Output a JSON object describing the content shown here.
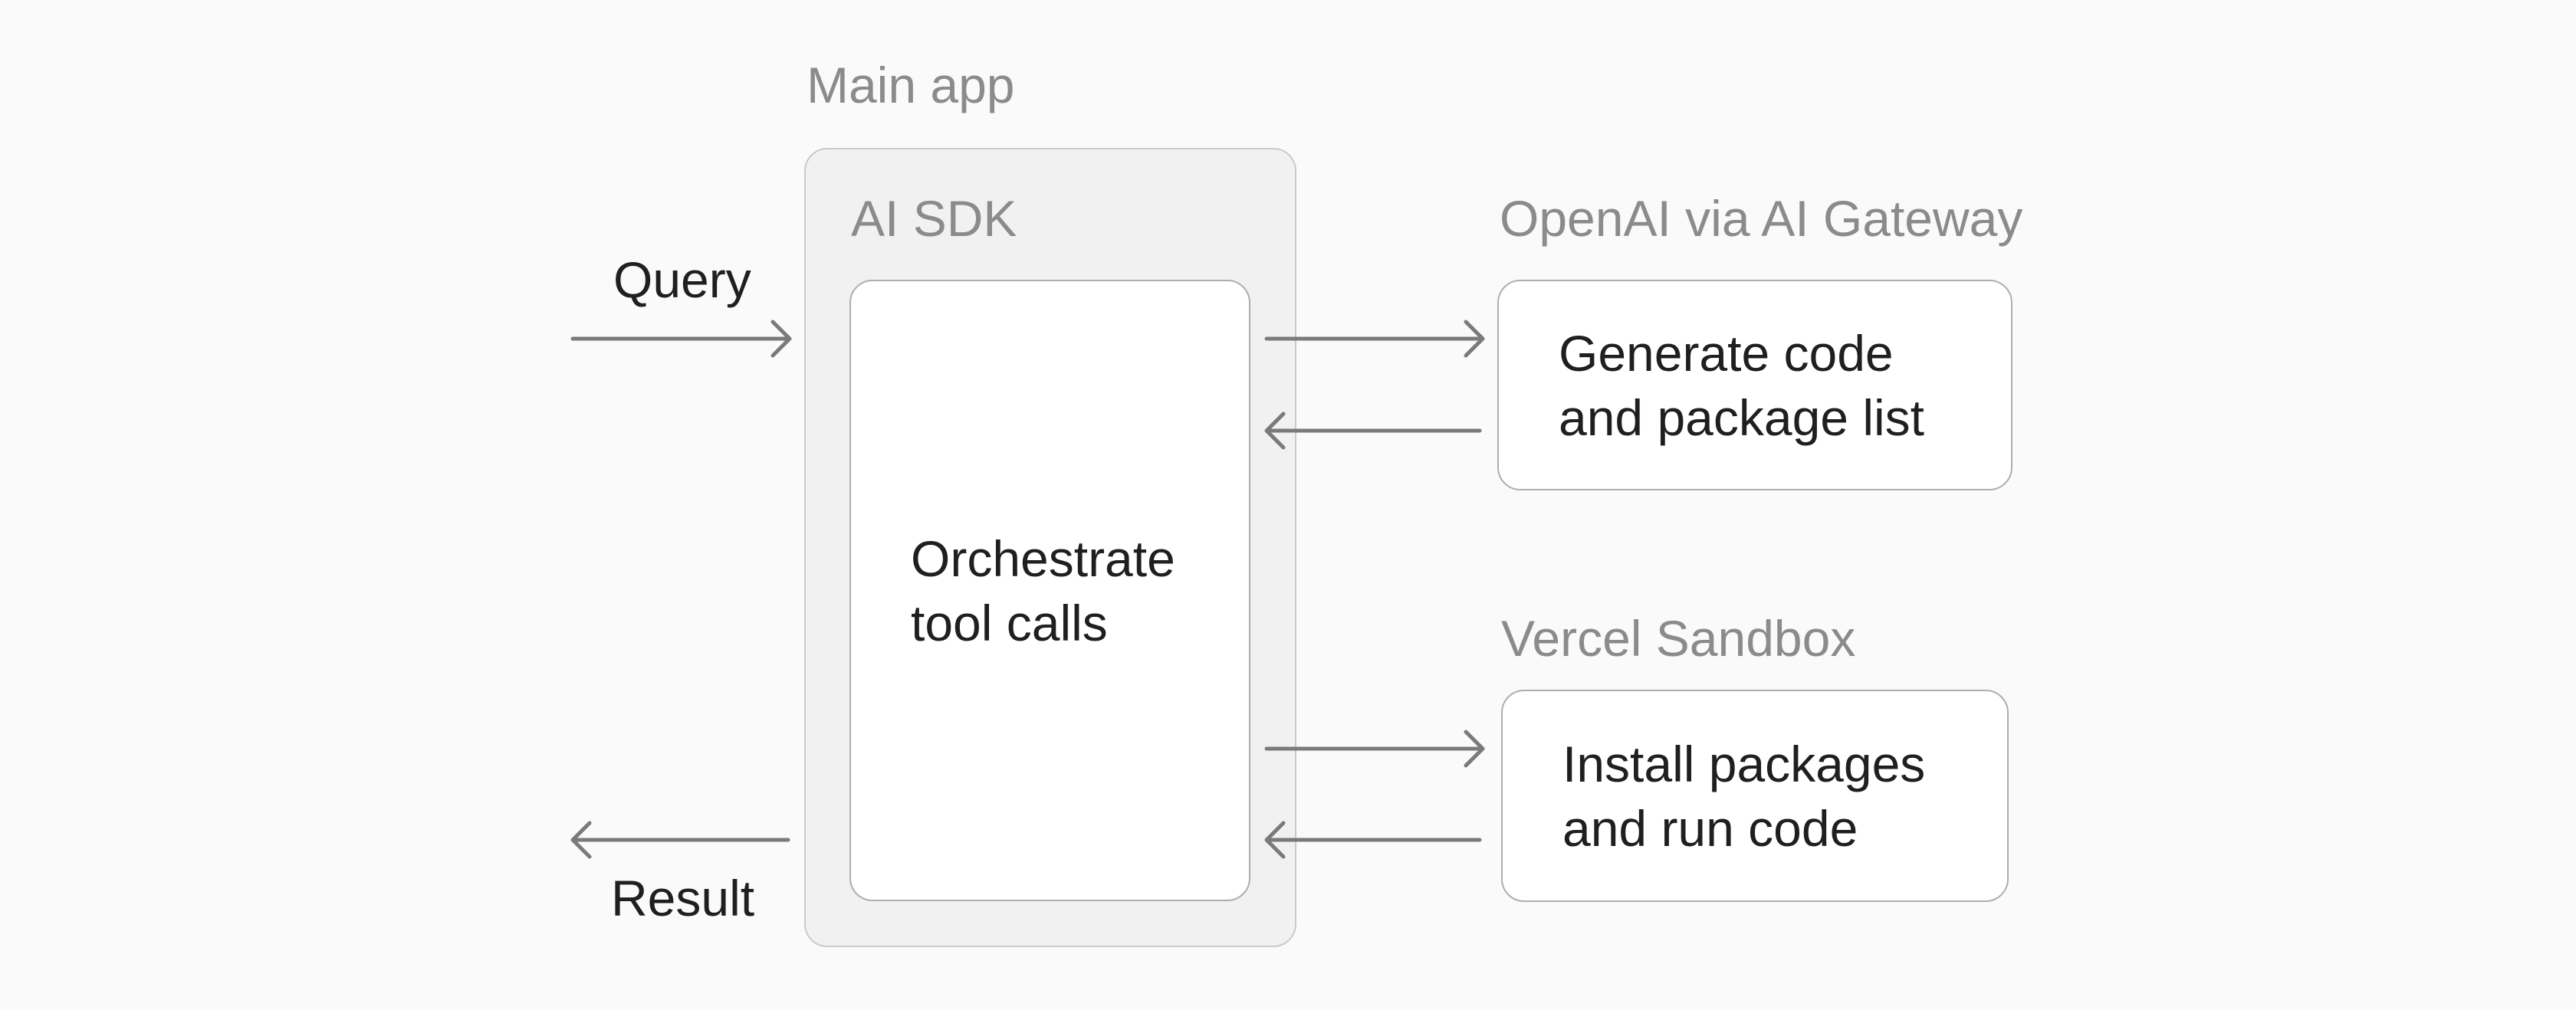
{
  "colors": {
    "background": "#fafafa",
    "group_fill": "#f1f1f1",
    "group_border": "#cacaca",
    "node_fill": "#ffffff",
    "node_border": "#aeaeae",
    "gray_label_text": "#8b8b8b",
    "node_text": "#1f1f1f",
    "arrow": "#7a7a7a"
  },
  "labels": {
    "main_group": "Main app",
    "sdk": "AI SDK",
    "openai": "OpenAI via AI Gateway",
    "vercel": "Vercel Sandbox",
    "query": "Query",
    "result": "Result"
  },
  "nodes": {
    "orchestrate": {
      "lines": [
        "Orchestrate",
        "tool calls"
      ]
    },
    "generate": {
      "lines": [
        "Generate code",
        "and package list"
      ]
    },
    "install": {
      "lines": [
        "Install packages",
        "and run code"
      ]
    }
  },
  "arrows": [
    {
      "name": "query-arrow",
      "from": "outside",
      "to": "main-app",
      "direction": "right",
      "label": "Query"
    },
    {
      "name": "request-arrow-openai",
      "from": "main-app",
      "to": "openai",
      "direction": "right"
    },
    {
      "name": "response-arrow-openai",
      "from": "openai",
      "to": "main-app",
      "direction": "left"
    },
    {
      "name": "request-arrow-vercel",
      "from": "main-app",
      "to": "vercel",
      "direction": "right"
    },
    {
      "name": "response-arrow-vercel",
      "from": "vercel",
      "to": "main-app",
      "direction": "left"
    },
    {
      "name": "result-arrow",
      "from": "main-app",
      "to": "outside",
      "direction": "left",
      "label": "Result"
    }
  ]
}
